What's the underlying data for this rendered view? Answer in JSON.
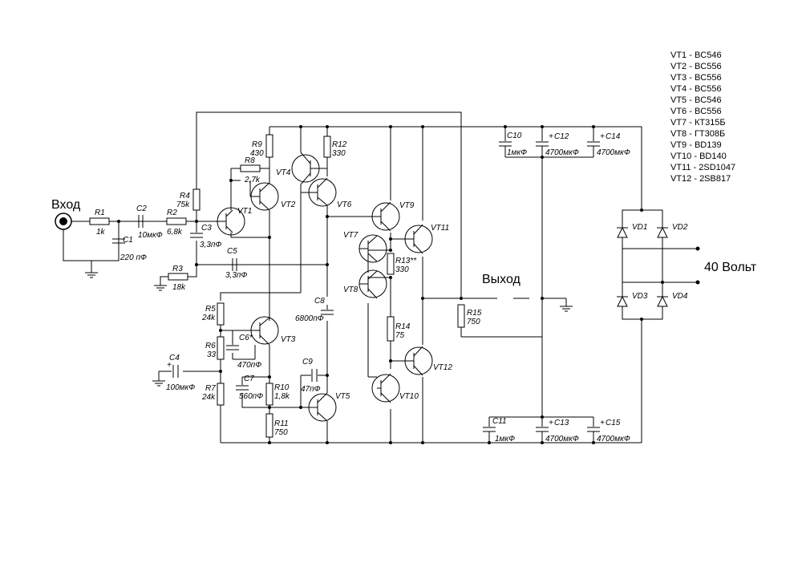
{
  "labels": {
    "input": "Вход",
    "output": "Выход",
    "supply": "40 Вольт"
  },
  "resistors": [
    {
      "ref": "R1",
      "value": "1k"
    },
    {
      "ref": "R2",
      "value": "6,8k"
    },
    {
      "ref": "R3",
      "value": "18k"
    },
    {
      "ref": "R4",
      "value": "75k"
    },
    {
      "ref": "R5",
      "value": "24k"
    },
    {
      "ref": "R6",
      "value": "33"
    },
    {
      "ref": "R7",
      "value": "24k"
    },
    {
      "ref": "R8",
      "value": "2,7k"
    },
    {
      "ref": "R9",
      "value": "430"
    },
    {
      "ref": "R10",
      "value": "1,8k"
    },
    {
      "ref": "R11",
      "value": "750"
    },
    {
      "ref": "R12",
      "value": "330"
    },
    {
      "ref": "R13**",
      "value": "330"
    },
    {
      "ref": "R14",
      "value": "75"
    },
    {
      "ref": "R15",
      "value": "750"
    }
  ],
  "capacitors": [
    {
      "ref": "C1",
      "value": "220 пФ"
    },
    {
      "ref": "C2",
      "value": "10мкФ"
    },
    {
      "ref": "C3",
      "value": "3,3пФ"
    },
    {
      "ref": "C4",
      "value": "100мкФ"
    },
    {
      "ref": "C5",
      "value": "3,3пФ"
    },
    {
      "ref": "C6*",
      "value": "470пФ"
    },
    {
      "ref": "C7",
      "value": "560пФ"
    },
    {
      "ref": "C8",
      "value": "6800пФ"
    },
    {
      "ref": "C9",
      "value": "47пФ"
    },
    {
      "ref": "C10",
      "value": "1мкФ"
    },
    {
      "ref": "C11",
      "value": "1мкФ"
    },
    {
      "ref": "C12",
      "value": "4700мкФ"
    },
    {
      "ref": "C13",
      "value": "4700мкФ"
    },
    {
      "ref": "C14",
      "value": "4700мкФ"
    },
    {
      "ref": "C15",
      "value": "4700мкФ"
    }
  ],
  "transistors": [
    "VT1",
    "VT2",
    "VT3",
    "VT4",
    "VT5",
    "VT6",
    "VT7",
    "VT8",
    "VT9",
    "VT10",
    "VT11",
    "VT12"
  ],
  "diodes": [
    "VD1",
    "VD2",
    "VD3",
    "VD4"
  ],
  "legend": [
    "VT1 - BC546",
    "VT2 - BC556",
    "VT3 - BC556",
    "VT4 - BC556",
    "VT5 - BC546",
    "VT6 - BC556",
    "VT7 - КТ315Б",
    "VT8 - ГТ308Б",
    "VT9 - BD139",
    "VT10 - BD140",
    "VT11 - 2SD1047",
    "VT12 - 2SB817"
  ]
}
